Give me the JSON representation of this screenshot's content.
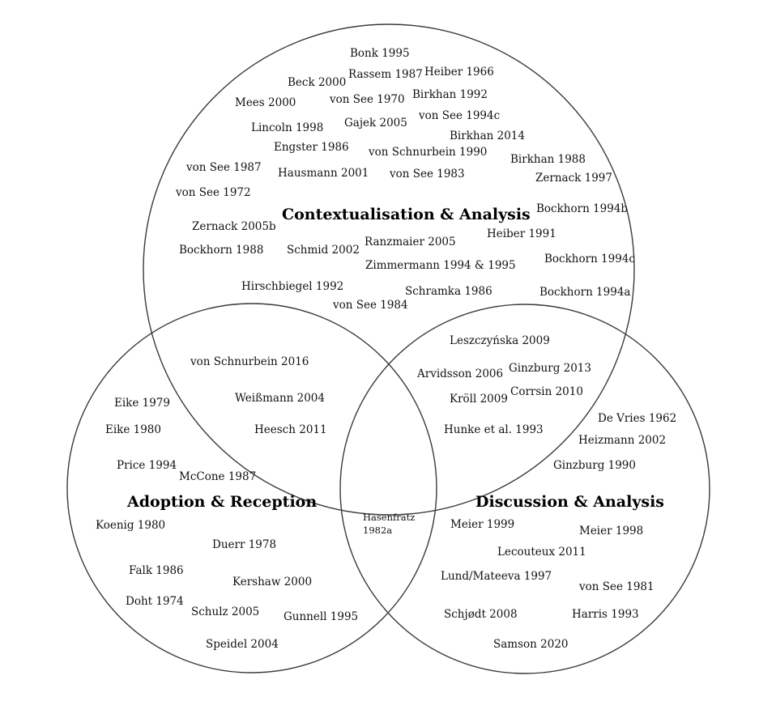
{
  "sets": {
    "top": {
      "title": "Contextualisation & Analysis"
    },
    "left": {
      "title": "Adoption & Reception"
    },
    "right": {
      "title": "Discussion & Analysis"
    }
  },
  "references": {
    "top_only": [
      "Bonk 1995",
      "Rassem 1987",
      "Heiber 1966",
      "Beck 2000",
      "Birkhan 1992",
      "Mees 2000",
      "von See 1970",
      "von See 1994c",
      "Lincoln 1998",
      "Gajek 2005",
      "Birkhan 2014",
      "Engster 1986",
      "von Schnurbein 1990",
      "Birkhan 1988",
      "von See 1987",
      "Hausmann 2001",
      "von See 1983",
      "Zernack 1997",
      "von See 1972",
      "Bockhorn 1994b",
      "Zernack 2005b",
      "Heiber 1991",
      "Ranzmaier 2005",
      "Bockhorn 1988",
      "Schmid 2002",
      "Bockhorn 1994c",
      "Zimmermann 1994 & 1995",
      "Hirschbiegel 1992",
      "Schramka 1986",
      "Bockhorn 1994a",
      "von See 1984"
    ],
    "top_left": [
      "von Schnurbein 2016",
      "Weißmann 2004",
      "Heesch 2011"
    ],
    "top_right": [
      "Leszczyńska 2009",
      "Arvidsson 2006",
      "Ginzburg 2013",
      "Kröll 2009",
      "Corrsin 2010",
      "Hunke et al. 1993"
    ],
    "left_only": [
      "Eike 1979",
      "Eike 1980",
      "Price 1994",
      "McCone 1987",
      "Koenig 1980",
      "Duerr 1978",
      "Falk 1986",
      "Kershaw 2000",
      "Doht 1974",
      "Schulz 2005",
      "Gunnell 1995",
      "Speidel 2004"
    ],
    "left_right": [
      "Hasenfratz",
      "1982a"
    ],
    "right_only": [
      "De Vries 1962",
      "Heizmann 2002",
      "Ginzburg 1990",
      "Meier 1999",
      "Meier 1998",
      "Lecouteux 2011",
      "Lund/Mateeva 1997",
      "von See 1981",
      "Schjødt 2008",
      "Harris 1993",
      "Samson 2020"
    ]
  }
}
